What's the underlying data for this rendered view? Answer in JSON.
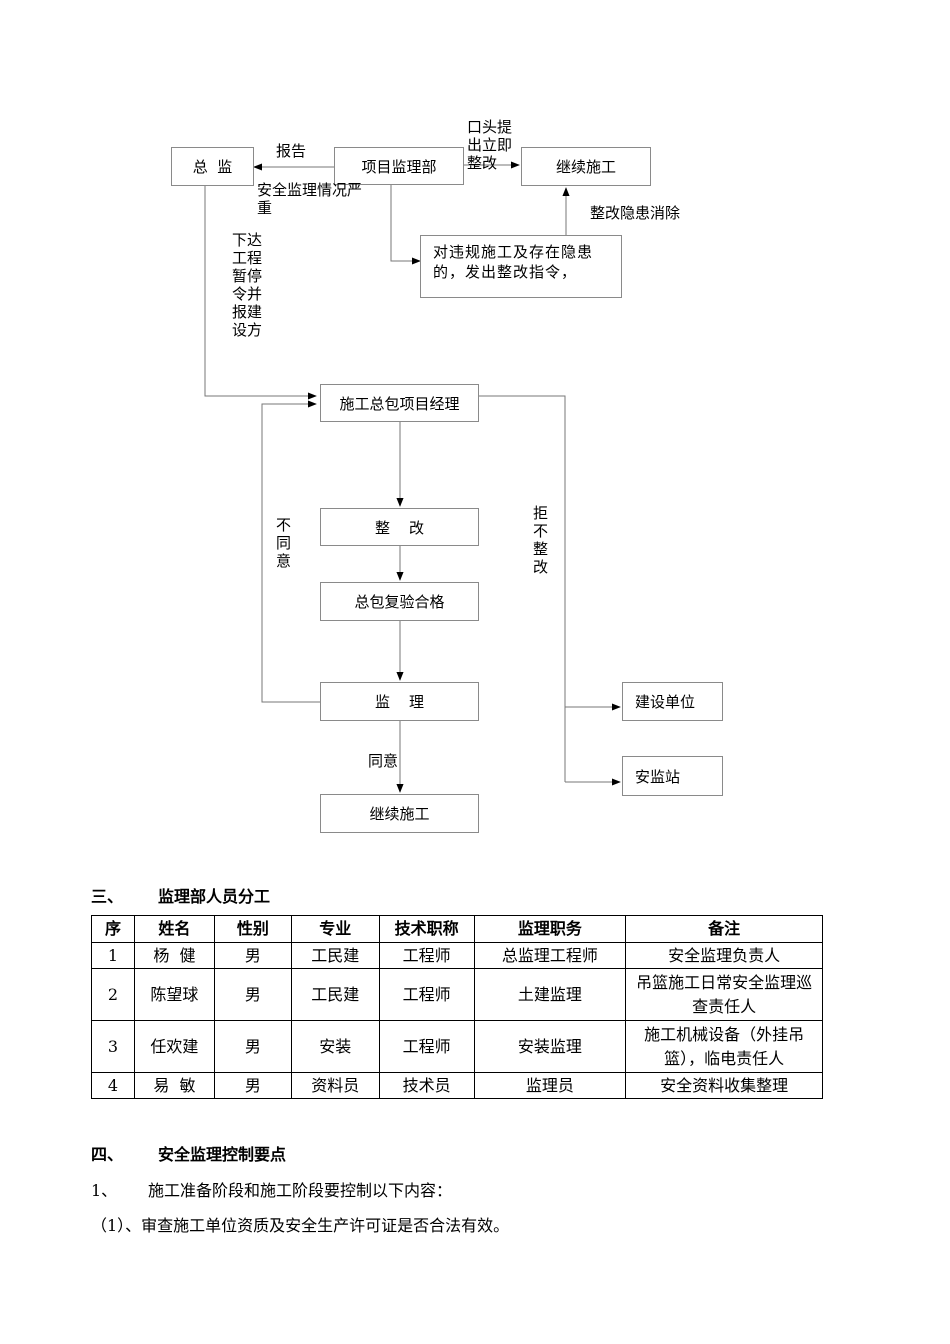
{
  "flowchart": {
    "nodes": {
      "chief": "总  监",
      "project_dept": "项目监理部",
      "continue_top": "继续施工",
      "rectify_notice": "对违规施工及存在隐患的，发出整改指令，",
      "gc_manager": "施工总包项目经理",
      "rectify": "整    改",
      "recheck": "总包复验合格",
      "supervision": "监    理",
      "continue_bottom": "继续施工",
      "owner": "建设单位",
      "safety_station": "安监站"
    },
    "labels": {
      "report": "报告",
      "serious": "安全监理情况严重",
      "oral": "口头提出立即整改",
      "hazard_cleared": "整改隐患消除",
      "stop_order": "下达工程暂停令并报建设方",
      "disagree": "不同意",
      "refuse": "拒不整改",
      "agree": "同意"
    }
  },
  "section3": {
    "number": "三、",
    "title": "监理部人员分工"
  },
  "staff_table": {
    "headers": [
      "序",
      "姓名",
      "性别",
      "专业",
      "技术职称",
      "监理职务",
      "备注"
    ],
    "rows": [
      [
        "1",
        "杨  健",
        "男",
        "工民建",
        "工程师",
        "总监理工程师",
        "安全监理负责人"
      ],
      [
        "2",
        "陈望球",
        "男",
        "工民建",
        "工程师",
        "土建监理",
        "吊篮施工日常安全监理巡查责任人"
      ],
      [
        "3",
        "任欢建",
        "男",
        "安装",
        "工程师",
        "安装监理",
        "施工机械设备（外挂吊篮），临电责任人"
      ],
      [
        "4",
        "易  敏",
        "男",
        "资料员",
        "技术员",
        "监理员",
        "安全资料收集整理"
      ]
    ]
  },
  "section4": {
    "number": "四、",
    "title": "安全监理控制要点"
  },
  "item1": {
    "number": "1、",
    "text": "施工准备阶段和施工阶段要控制以下内容："
  },
  "item1_1": {
    "text": "（1）、审查施工单位资质及安全生产许可证是否合法有效。"
  }
}
